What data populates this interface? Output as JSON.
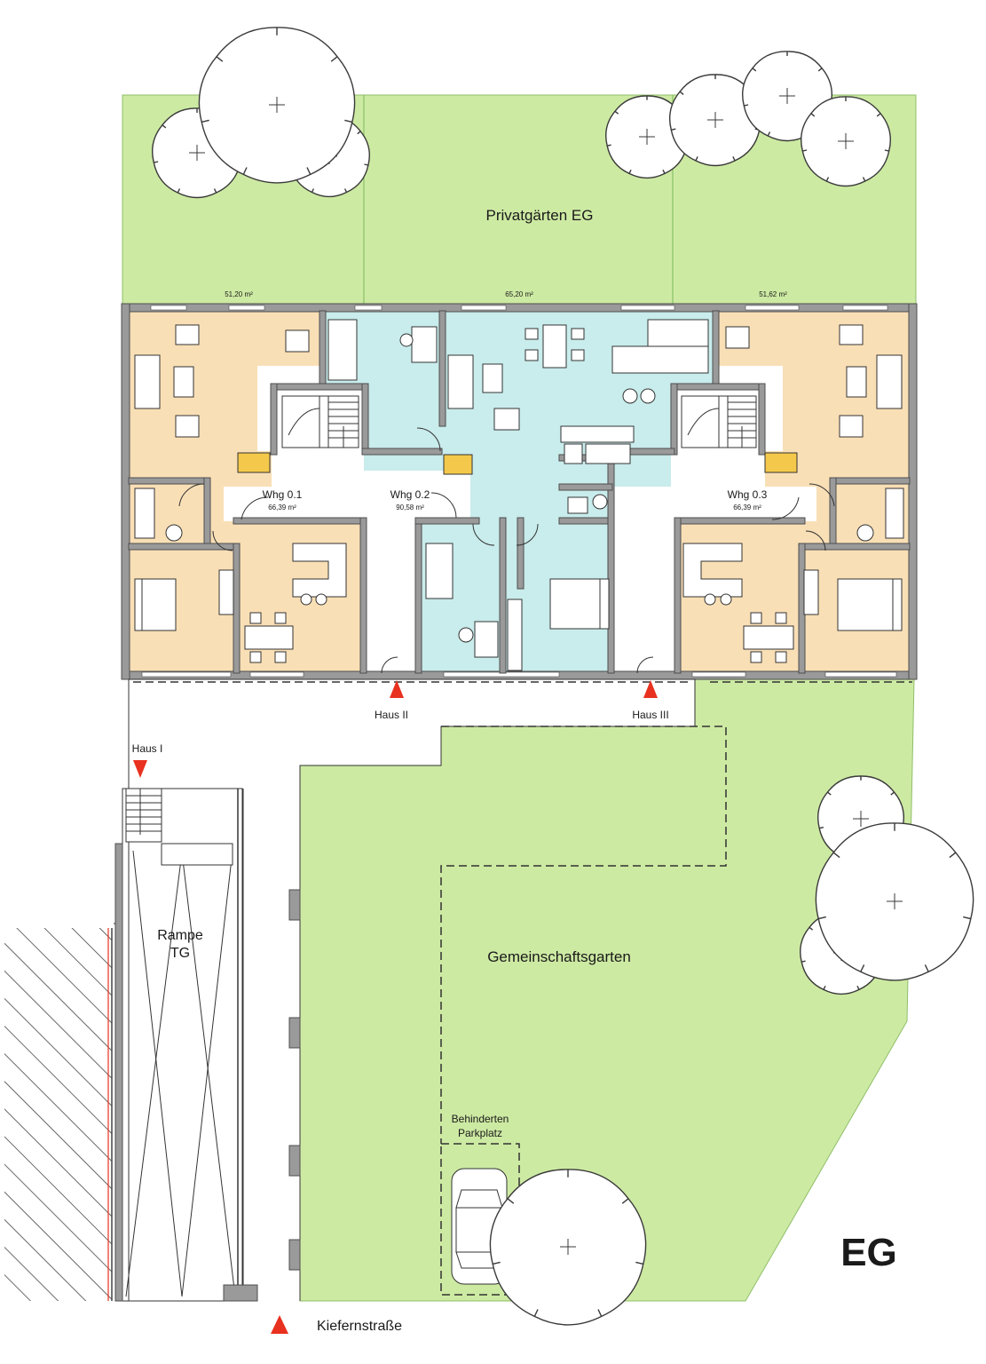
{
  "colors": {
    "garden": "#cdeaa3",
    "unit_beige": "#f9dfb6",
    "unit_blue": "#c9ecec",
    "wall": "#9a9a9a",
    "hatch": "#444444",
    "entrance_marker": "#e8311f",
    "lines": "#333333"
  },
  "private_gardens": {
    "title": "Privatgärten EG",
    "plots": [
      {
        "area": "51,20 m²"
      },
      {
        "area": "65,20 m²"
      },
      {
        "area": "51,62 m²"
      }
    ]
  },
  "units": [
    {
      "name": "Whg 0.1",
      "area": "66,39 m²",
      "color": "beige"
    },
    {
      "name": "Whg 0.2",
      "area": "90,58 m²",
      "color": "blue"
    },
    {
      "name": "Whg 0.3",
      "area": "66,39 m²",
      "color": "beige"
    }
  ],
  "entrances": {
    "haus_1": "Haus I",
    "haus_2": "Haus II",
    "haus_3": "Haus III",
    "marker_icon": "red-triangle"
  },
  "ramp": {
    "line1": "Rampe",
    "line2": "TG"
  },
  "community_garden": {
    "title": "Gemeinschaftsgarten"
  },
  "parking": {
    "line1": "Behinderten",
    "line2": "Parkplatz"
  },
  "street": {
    "name": "Kiefernstraße",
    "marker_icon": "red-triangle"
  },
  "floor": {
    "label": "EG"
  },
  "icons": [
    "tree-icon",
    "stair-icon",
    "car-icon",
    "bed-icon",
    "sofa-icon",
    "dining-table-icon",
    "door-icon"
  ]
}
